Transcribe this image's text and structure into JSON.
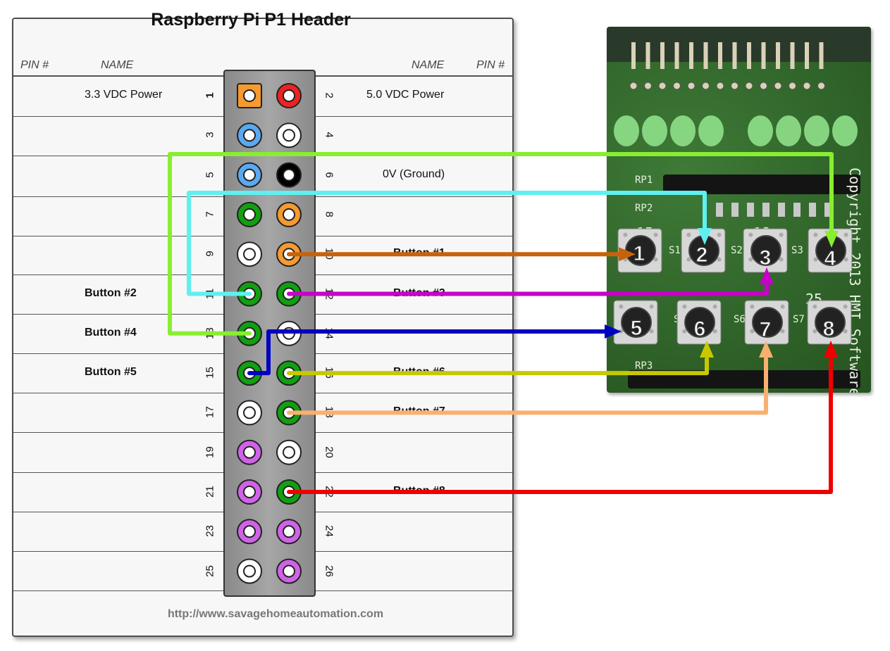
{
  "title": "Raspberry Pi P1 Header",
  "headers": {
    "left_pin": "PIN #",
    "left_name": "NAME",
    "right_name": "NAME",
    "right_pin": "PIN #"
  },
  "left_rows": [
    {
      "pin": "1",
      "name": "3.3 VDC Power",
      "color": "#f59a30",
      "square": true
    },
    {
      "pin": "3",
      "name": "",
      "color": "#5aa8f0"
    },
    {
      "pin": "5",
      "name": "",
      "color": "#5aa8f0"
    },
    {
      "pin": "7",
      "name": "",
      "color": "#10a010"
    },
    {
      "pin": "9",
      "name": "",
      "color": "#ffffff"
    },
    {
      "pin": "11",
      "name": "Button #2",
      "color": "#10a010"
    },
    {
      "pin": "13",
      "name": "Button #4",
      "color": "#10a010"
    },
    {
      "pin": "15",
      "name": "Button #5",
      "color": "#10a010"
    },
    {
      "pin": "17",
      "name": "",
      "color": "#ffffff"
    },
    {
      "pin": "19",
      "name": "",
      "color": "#d062e8"
    },
    {
      "pin": "21",
      "name": "",
      "color": "#d062e8"
    },
    {
      "pin": "23",
      "name": "",
      "color": "#d062e8"
    },
    {
      "pin": "25",
      "name": "",
      "color": "#ffffff"
    }
  ],
  "right_rows": [
    {
      "pin": "2",
      "name": "5.0 VDC Power",
      "color": "#ee2222"
    },
    {
      "pin": "4",
      "name": "",
      "color": "#ffffff"
    },
    {
      "pin": "6",
      "name": "0V (Ground)",
      "color": "#000000"
    },
    {
      "pin": "8",
      "name": "",
      "color": "#f59a30"
    },
    {
      "pin": "10",
      "name": "Button #1",
      "color": "#f59a30"
    },
    {
      "pin": "12",
      "name": "Button #3",
      "color": "#10a010"
    },
    {
      "pin": "14",
      "name": "",
      "color": "#ffffff"
    },
    {
      "pin": "16",
      "name": "Button #6",
      "color": "#10a010"
    },
    {
      "pin": "18",
      "name": "Button #7",
      "color": "#10a010"
    },
    {
      "pin": "20",
      "name": "",
      "color": "#ffffff"
    },
    {
      "pin": "22",
      "name": "Button #8",
      "color": "#10a010"
    },
    {
      "pin": "24",
      "name": "",
      "color": "#d062e8"
    },
    {
      "pin": "26",
      "name": "",
      "color": "#d062e8"
    }
  ],
  "url": "http://www.savagehomeautomation.com",
  "board": {
    "buttons": [
      "1",
      "2",
      "3",
      "4",
      "5",
      "6",
      "7",
      "8"
    ],
    "silk_numbers": [
      "15",
      "18",
      "25"
    ],
    "silk_labels": [
      "S1",
      "S2",
      "S3",
      "S5",
      "S6",
      "S7",
      "RP1",
      "RP2",
      "RP3"
    ],
    "copyright": "Copyright 2013 HMI Software"
  },
  "wire_colors": {
    "button1": "#c8620a",
    "button2": "#5ff0f0",
    "button3": "#c800c8",
    "button4": "#88ee30",
    "button5": "#0000c0",
    "button6": "#c8c800",
    "button7": "#f8b070",
    "button8": "#ee0000"
  }
}
